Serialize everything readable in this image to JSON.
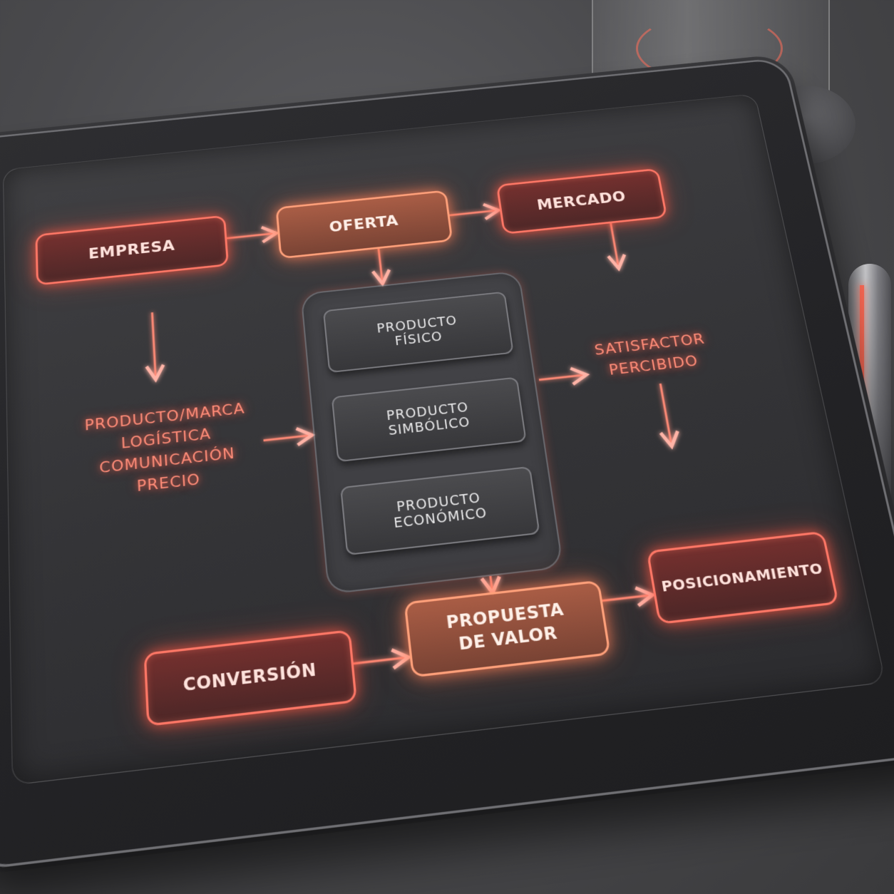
{
  "diagram": {
    "nodes": {
      "empresa": "EMPRESA",
      "oferta": "OFERTA",
      "mercado": "MERCADO",
      "producto_fisico": [
        "PRODUCTO",
        "FÍSICO"
      ],
      "producto_simbolico": [
        "PRODUCTO",
        "SIMBÓLICO"
      ],
      "producto_economico": [
        "PRODUCTO",
        "ECONÓMICO"
      ],
      "satisfactor": [
        "SATISFACTOR",
        "PERCIBIDO"
      ],
      "mix": [
        "PRODUCTO/MARCA",
        "LOGÍSTICA",
        "COMUNICACIÓN",
        "PRECIO"
      ],
      "conversion": "CONVERSIÓN",
      "propuesta": [
        "PROPUESTA",
        "DE VALOR"
      ],
      "posicionamiento": "POSICIONAMIENTO"
    },
    "colors": {
      "glow_red": "#ff7766",
      "glow_orange": "#ffa07a",
      "text_glow": "#ff8c78",
      "screen": "#3a3a3d"
    }
  }
}
